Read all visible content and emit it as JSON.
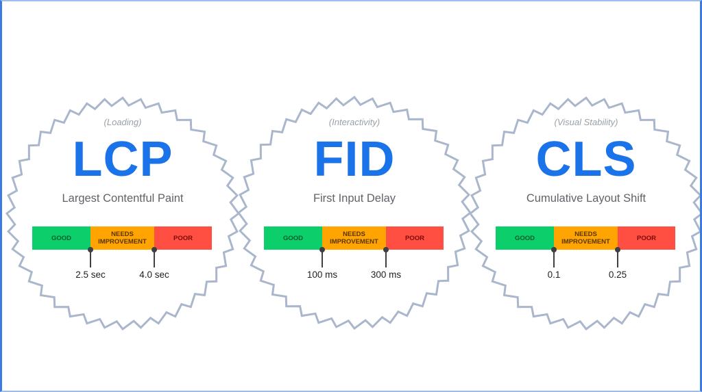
{
  "colors": {
    "accent_blue": "#1a73e8",
    "good": "#0cce6b",
    "needs_improvement": "#ffa400",
    "poor": "#ff4e42",
    "outline": "#a9b6cc",
    "frame": "#3b7be0"
  },
  "badges": [
    {
      "category": "(Loading)",
      "acronym": "LCP",
      "name": "Largest Contentful Paint",
      "segments": {
        "good": "GOOD",
        "needs_line1": "NEEDS",
        "needs_line2": "IMPROVEMENT",
        "poor": "POOR"
      },
      "thresholds": [
        "2.5 sec",
        "4.0 sec"
      ]
    },
    {
      "category": "(Interactivity)",
      "acronym": "FID",
      "name": "First Input Delay",
      "segments": {
        "good": "GOOD",
        "needs_line1": "NEEDS",
        "needs_line2": "IMPROVEMENT",
        "poor": "POOR"
      },
      "thresholds": [
        "100 ms",
        "300 ms"
      ]
    },
    {
      "category": "(Visual Stability)",
      "acronym": "CLS",
      "name": "Cumulative Layout Shift",
      "segments": {
        "good": "GOOD",
        "needs_line1": "NEEDS",
        "needs_line2": "IMPROVEMENT",
        "poor": "POOR"
      },
      "thresholds": [
        "0.1",
        "0.25"
      ]
    }
  ]
}
